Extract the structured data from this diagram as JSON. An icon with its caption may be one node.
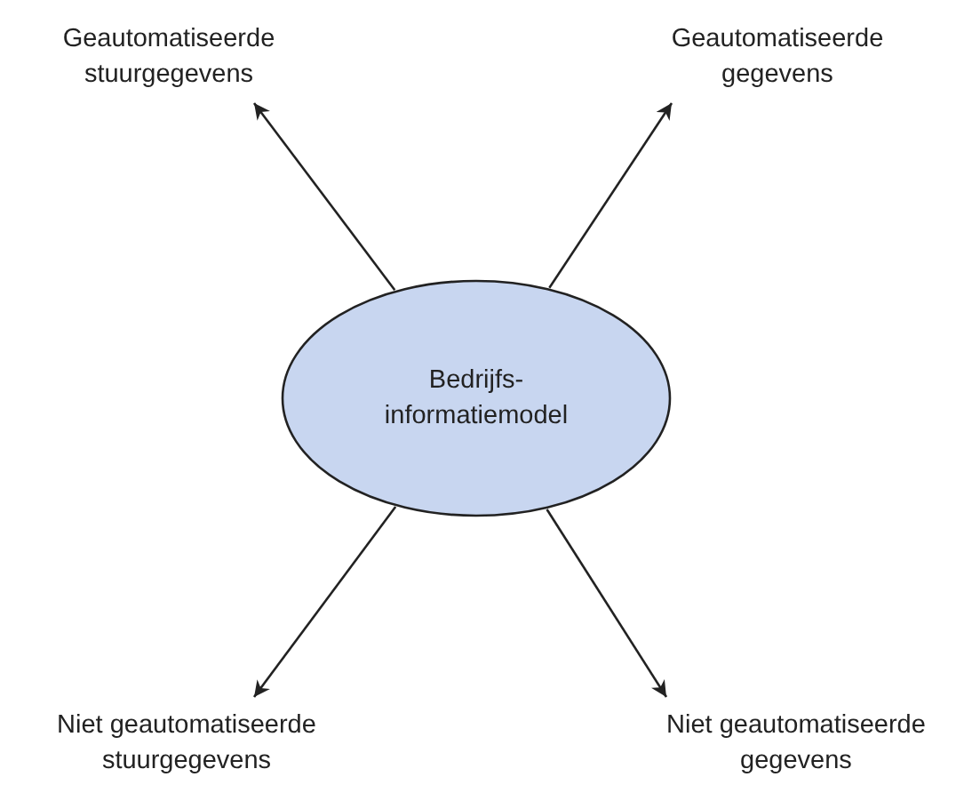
{
  "diagram": {
    "nodes": [
      {
        "text": [
          "Bedrijfs- informatiemodel"
        ]
      },
      {
        "text": [
          "Geautomatiseerde stuurgegevens"
        ]
      },
      {
        "text": [
          "Geautomatiseerde gegevens"
        ]
      },
      {
        "text": [
          "Niet geautomatiseerde stuurgegevens"
        ]
      },
      {
        "text": [
          "Niet geautomatiseerde gegevens"
        ]
      }
    ],
    "edges": [
      {
        "from": 0,
        "to": 1,
        "arrow": "to"
      },
      {
        "from": 0,
        "to": 2,
        "arrow": "to"
      },
      {
        "from": 0,
        "to": 3,
        "arrow": "to"
      },
      {
        "from": 0,
        "to": 4,
        "arrow": "to"
      }
    ]
  }
}
